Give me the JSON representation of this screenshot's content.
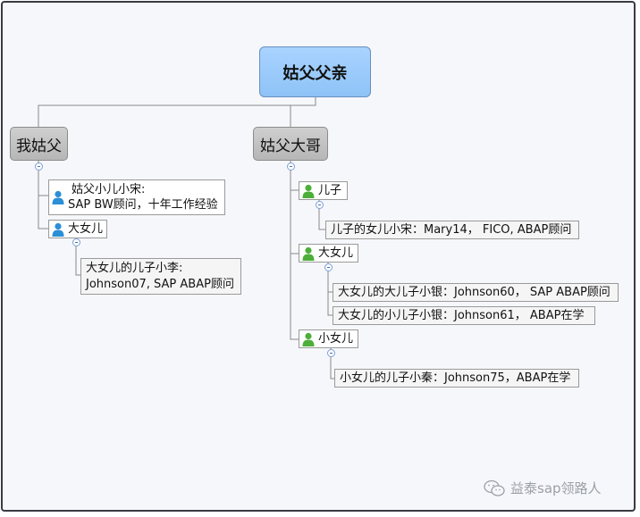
{
  "root": {
    "label": "姑父父亲"
  },
  "left_branch": {
    "label": "我姑父",
    "children": [
      {
        "label_line1": "姑父小儿小宋:",
        "label_line2": "SAP BW顾问，十年工作经验"
      },
      {
        "label": "大女儿",
        "leaf": {
          "line1": "大女儿的儿子小李:",
          "line2": "Johnson07, SAP ABAP顾问"
        }
      }
    ]
  },
  "right_branch": {
    "label": "姑父大哥",
    "children": [
      {
        "label": "儿子",
        "leaves": [
          "儿子的女儿小宋：Mary14， FICO, ABAP顾问"
        ]
      },
      {
        "label": "大女儿",
        "leaves": [
          "大女儿的大儿子小银：Johnson60， SAP ABAP顾问",
          "大女儿的小儿子小银：Johnson61， ABAP在学"
        ]
      },
      {
        "label": "小女儿",
        "leaves": [
          "小女儿的儿子小秦：Johnson75，ABAP在学"
        ]
      }
    ]
  },
  "watermark": {
    "text": "益泰sap领路人"
  },
  "colors": {
    "root_fill": "#9fcdfc",
    "branch_fill": "#c4c4c4",
    "person_icon_left": "#2b8fd6",
    "person_icon_right": "#4caf3a",
    "connector": "#8a8a8a",
    "collapse_marker": "#7aa0d8"
  },
  "icons": [
    "person-icon",
    "collapse-toggle-icon",
    "wechat-icon"
  ]
}
